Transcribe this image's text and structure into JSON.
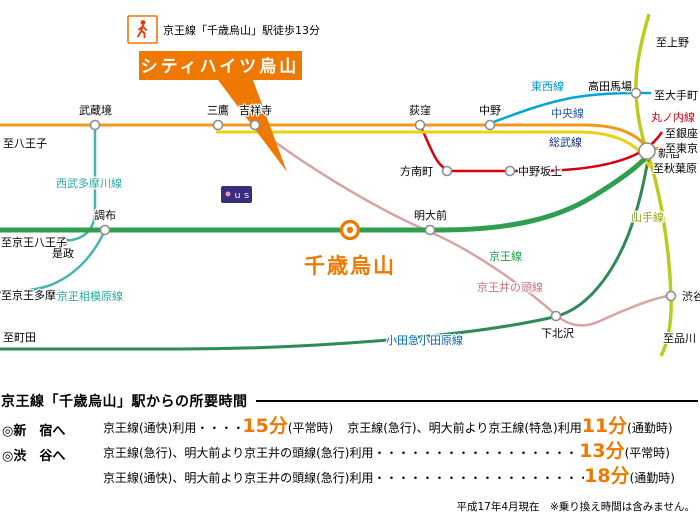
{
  "colors": {
    "accent": "#ee7800",
    "chuo": "#f2971b",
    "sobu": "#edd013",
    "tozai": "#00a6d8",
    "marunouchi": "#d7000f",
    "keio": "#2f9e4f",
    "keio_sagamihara": "#46b5ad",
    "seibu_tamagawa": "#46b5ad",
    "inokashira": "#d8a3a3",
    "odakyu": "#2e8b57",
    "yamanote": "#bacc1e",
    "walk_icon": "#e83808",
    "landmark_bg": "#3a2d80",
    "label_tozai": "#0099d9",
    "label_chuo": "#2255aa",
    "label_sobu": "#13337f",
    "label_marunouchi": "#d7000f",
    "label_teal": "#2aa8a2",
    "label_keio": "#1d9e48",
    "label_yamanote": "#95a51c",
    "label_inokashira": "#cb7285",
    "label_odakyu": "#0068b7"
  },
  "header": {
    "walk_note": "京王線「千歳烏山」駅徒歩13分",
    "property_name": "シティハイツ烏山",
    "landmark_logo": "ｕｓ"
  },
  "map": {
    "line_labels": {
      "tozai": "東西線",
      "chuo": "中央線",
      "sobu": "総武線",
      "marunouchi": "丸ノ内線",
      "seibu_tamagawa": "西武多摩川線",
      "keio_sagamihara": "京王相模原線",
      "keio": "京王線",
      "yamanote": "山手線",
      "inokashira": "京王井の頭線",
      "odakyu": "小田急小田原線"
    },
    "stations": {
      "musashisakai": "武蔵境",
      "mitaka": "三鷹",
      "kichijoji": "吉祥寺",
      "ogikubo": "荻窪",
      "nakano": "中野",
      "takadanobaba": "高田馬場",
      "honancho": "方南町",
      "nakanosakaue": "中野坂上",
      "shinjuku": "新宿",
      "chofu": "調布",
      "koremasa": "是政",
      "meidaimae": "明大前",
      "chitose_karasuyama": "千歳烏山",
      "shimokitazawa": "下北沢",
      "shibuya": "渋谷"
    },
    "edges": {
      "hachioji": "至八王子",
      "keio_hachioji": "至京王八王子",
      "keio_tama_center": "至京王多摩センター",
      "machida": "至町田",
      "ueno": "至上野",
      "otemachi": "至大手町",
      "ginza": "至銀座",
      "tokyo": "至東京",
      "akihabara": "至秋葉原",
      "shinagawa": "至品川"
    }
  },
  "schedule": {
    "title": "京王線「千歳烏山」駅からの所要時間",
    "dest_shinjuku": "◎新　宿へ",
    "dest_shibuya": "◎渋　谷へ",
    "rows": {
      "r1a_text": "京王線(通快)利用",
      "r1a_dots": "・・・・・・・・・・・・・・・・",
      "r1a_time": "15分",
      "r1a_note": "(平常時)",
      "r1b_text": "京王線(急行)、明大前より京王線(特急)利用",
      "r1b_time": "11分",
      "r1b_note": "(通勤時)",
      "r2_text": "京王線(急行)、明大前より京王井の頭線(急行)利用",
      "r2_dots": "・・・・・・・・・・・・・・・・・・・・・・・・・・・・・・・・・・・・・・・・",
      "r2_time": "13分",
      "r2_note": "(平常時)",
      "r3_text": "京王線(通快)、明大前より京王井の頭線(急行)利用",
      "r3_dots": "・・・・・・・・・・・・・・・・・・・・・・・・・・・・・・・・・・・・・・・・",
      "r3_time": "18分",
      "r3_note": "(通勤時)"
    },
    "footnote": "平成17年4月現在　※乗り換え時間は含みません。"
  }
}
